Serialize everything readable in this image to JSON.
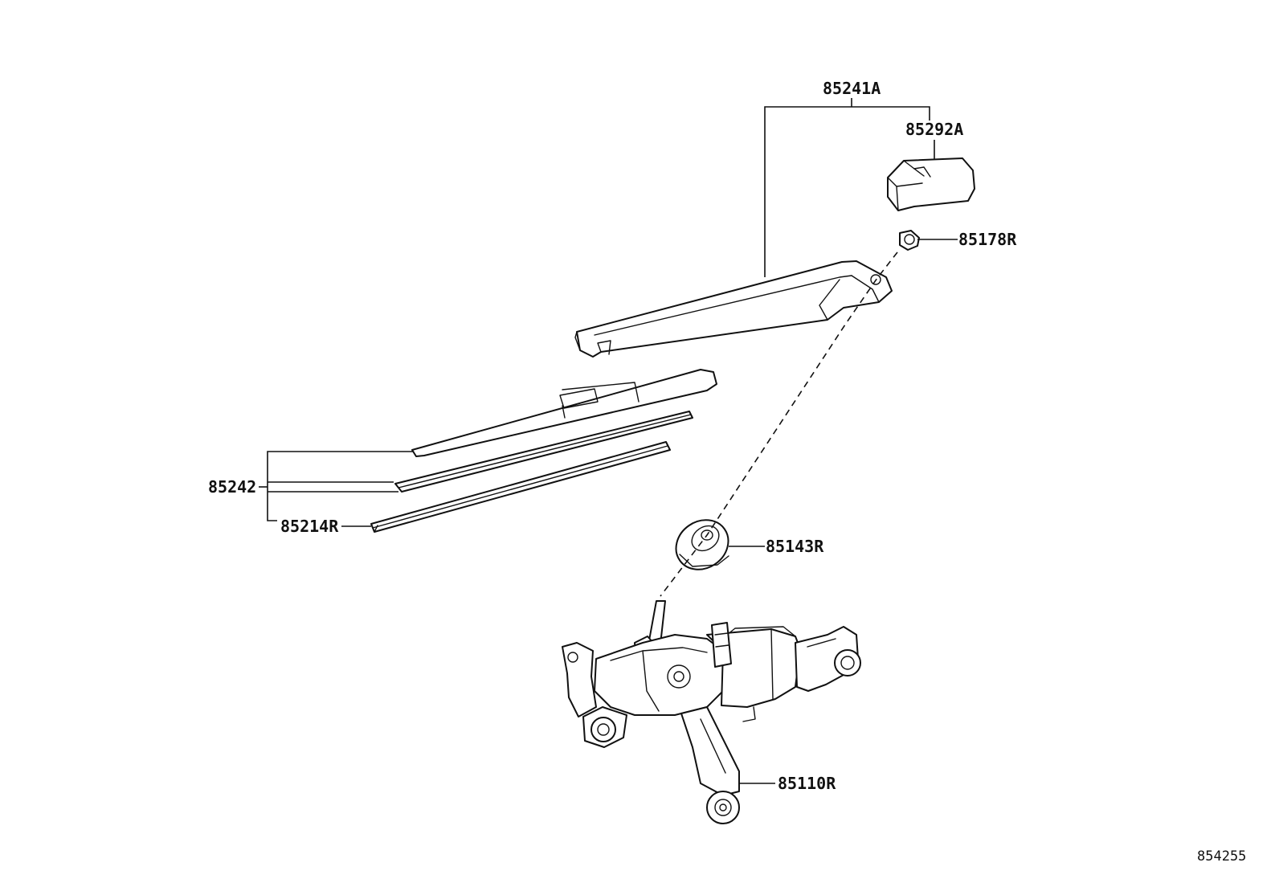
{
  "diagram": {
    "labels": {
      "arm": "85241A",
      "cap": "85292A",
      "nut": "85178R",
      "blade_assy": "85242",
      "blade_rubber": "85214R",
      "grommet": "85143R",
      "motor": "85110R"
    },
    "figure_ref": "854255"
  }
}
